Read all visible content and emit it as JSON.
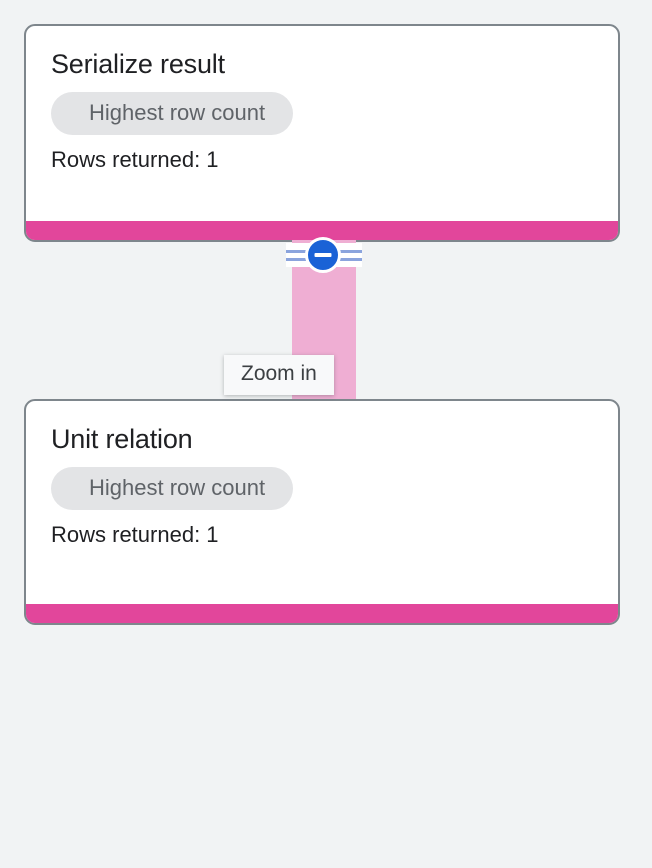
{
  "canvas": {
    "background_color": "#f1f3f4"
  },
  "nodes": [
    {
      "id": "serialize-result",
      "title": "Serialize result",
      "chip_label": "Highest row count",
      "meta_label": "Rows returned: 1",
      "footer_color": "#e2469b"
    },
    {
      "id": "unit-relation",
      "title": "Unit relation",
      "chip_label": "Highest row count",
      "meta_label": "Rows returned: 1",
      "footer_color": "#e2469b"
    }
  ],
  "edge": {
    "stripe_color": "#efaed3",
    "rail_color": "#8ba4dd",
    "toggle": {
      "icon": "minus-circle-icon",
      "color": "#1a62d6",
      "state": "expanded"
    }
  },
  "tooltip": {
    "text": "Zoom in",
    "background_color": "#f8f9fa",
    "text_color": "#3c4043"
  }
}
